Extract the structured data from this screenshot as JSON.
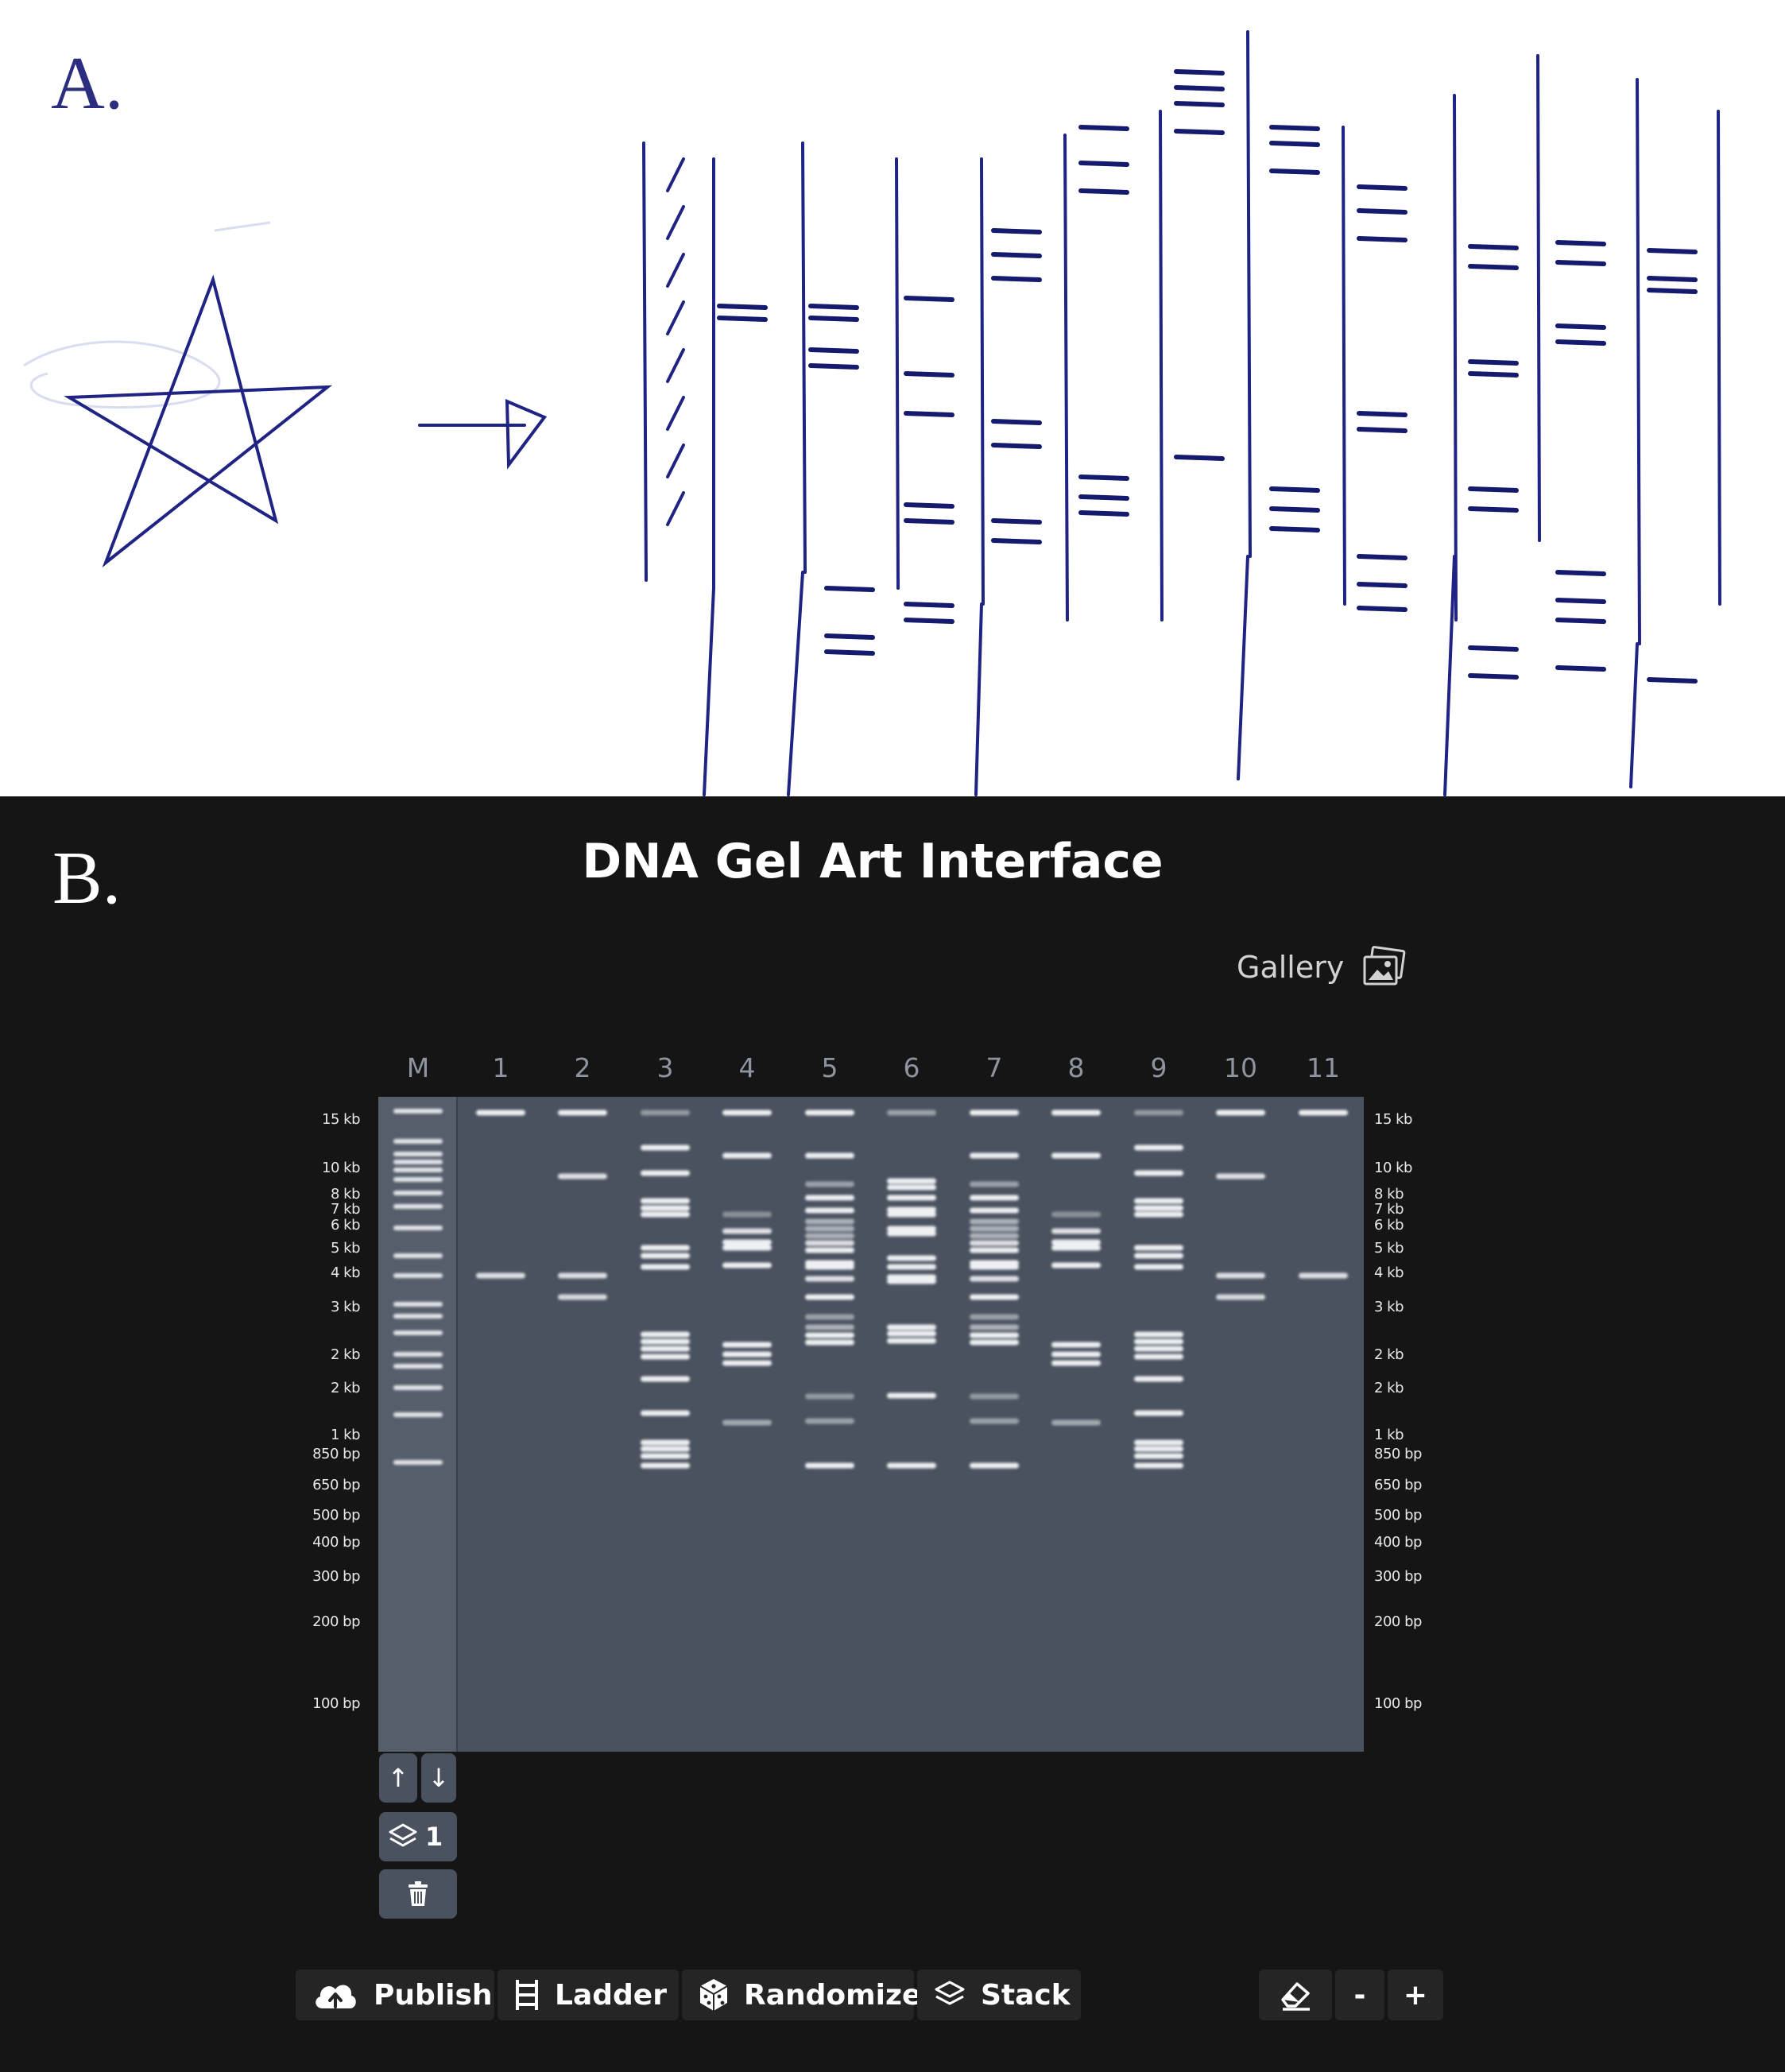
{
  "panel_a": {
    "label": "A."
  },
  "panel_b": {
    "label": "B.",
    "title": "DNA Gel Art Interface",
    "gallery": {
      "label": "Gallery",
      "icon": "gallery-images-icon"
    },
    "lanes": [
      "M",
      "1",
      "2",
      "3",
      "4",
      "5",
      "6",
      "7",
      "8",
      "9",
      "10",
      "11"
    ],
    "size_labels": [
      "15 kb",
      "10 kb",
      "8 kb",
      "7 kb",
      "6 kb",
      "5 kb",
      "4 kb",
      "3 kb",
      "2 kb",
      "2 kb",
      "1 kb",
      "850 bp",
      "650 bp",
      "500 bp",
      "400 bp",
      "300 bp",
      "200 bp",
      "100 bp"
    ],
    "lane_tools": {
      "up": "↑",
      "down": "↓",
      "layer_count": "1",
      "layer_icon": "layers-icon",
      "delete_icon": "trash-icon"
    },
    "toolbar": [
      {
        "label": "Publish",
        "icon": "cloud-upload-icon"
      },
      {
        "label": "Ladder",
        "icon": "ladder-icon"
      },
      {
        "label": "Randomize",
        "icon": "dice-icon"
      },
      {
        "label": "Stack",
        "icon": "layers-icon"
      }
    ],
    "toolbar_right": [
      {
        "label": "",
        "icon": "eraser-icon"
      },
      {
        "label": "-",
        "icon": ""
      },
      {
        "label": "+",
        "icon": ""
      }
    ],
    "colors": {
      "gel": "#4a525f",
      "marker_lane": "#565e6c",
      "band": "#eef0f3",
      "background": "#151515",
      "ink": "#2b2e7f"
    }
  }
}
